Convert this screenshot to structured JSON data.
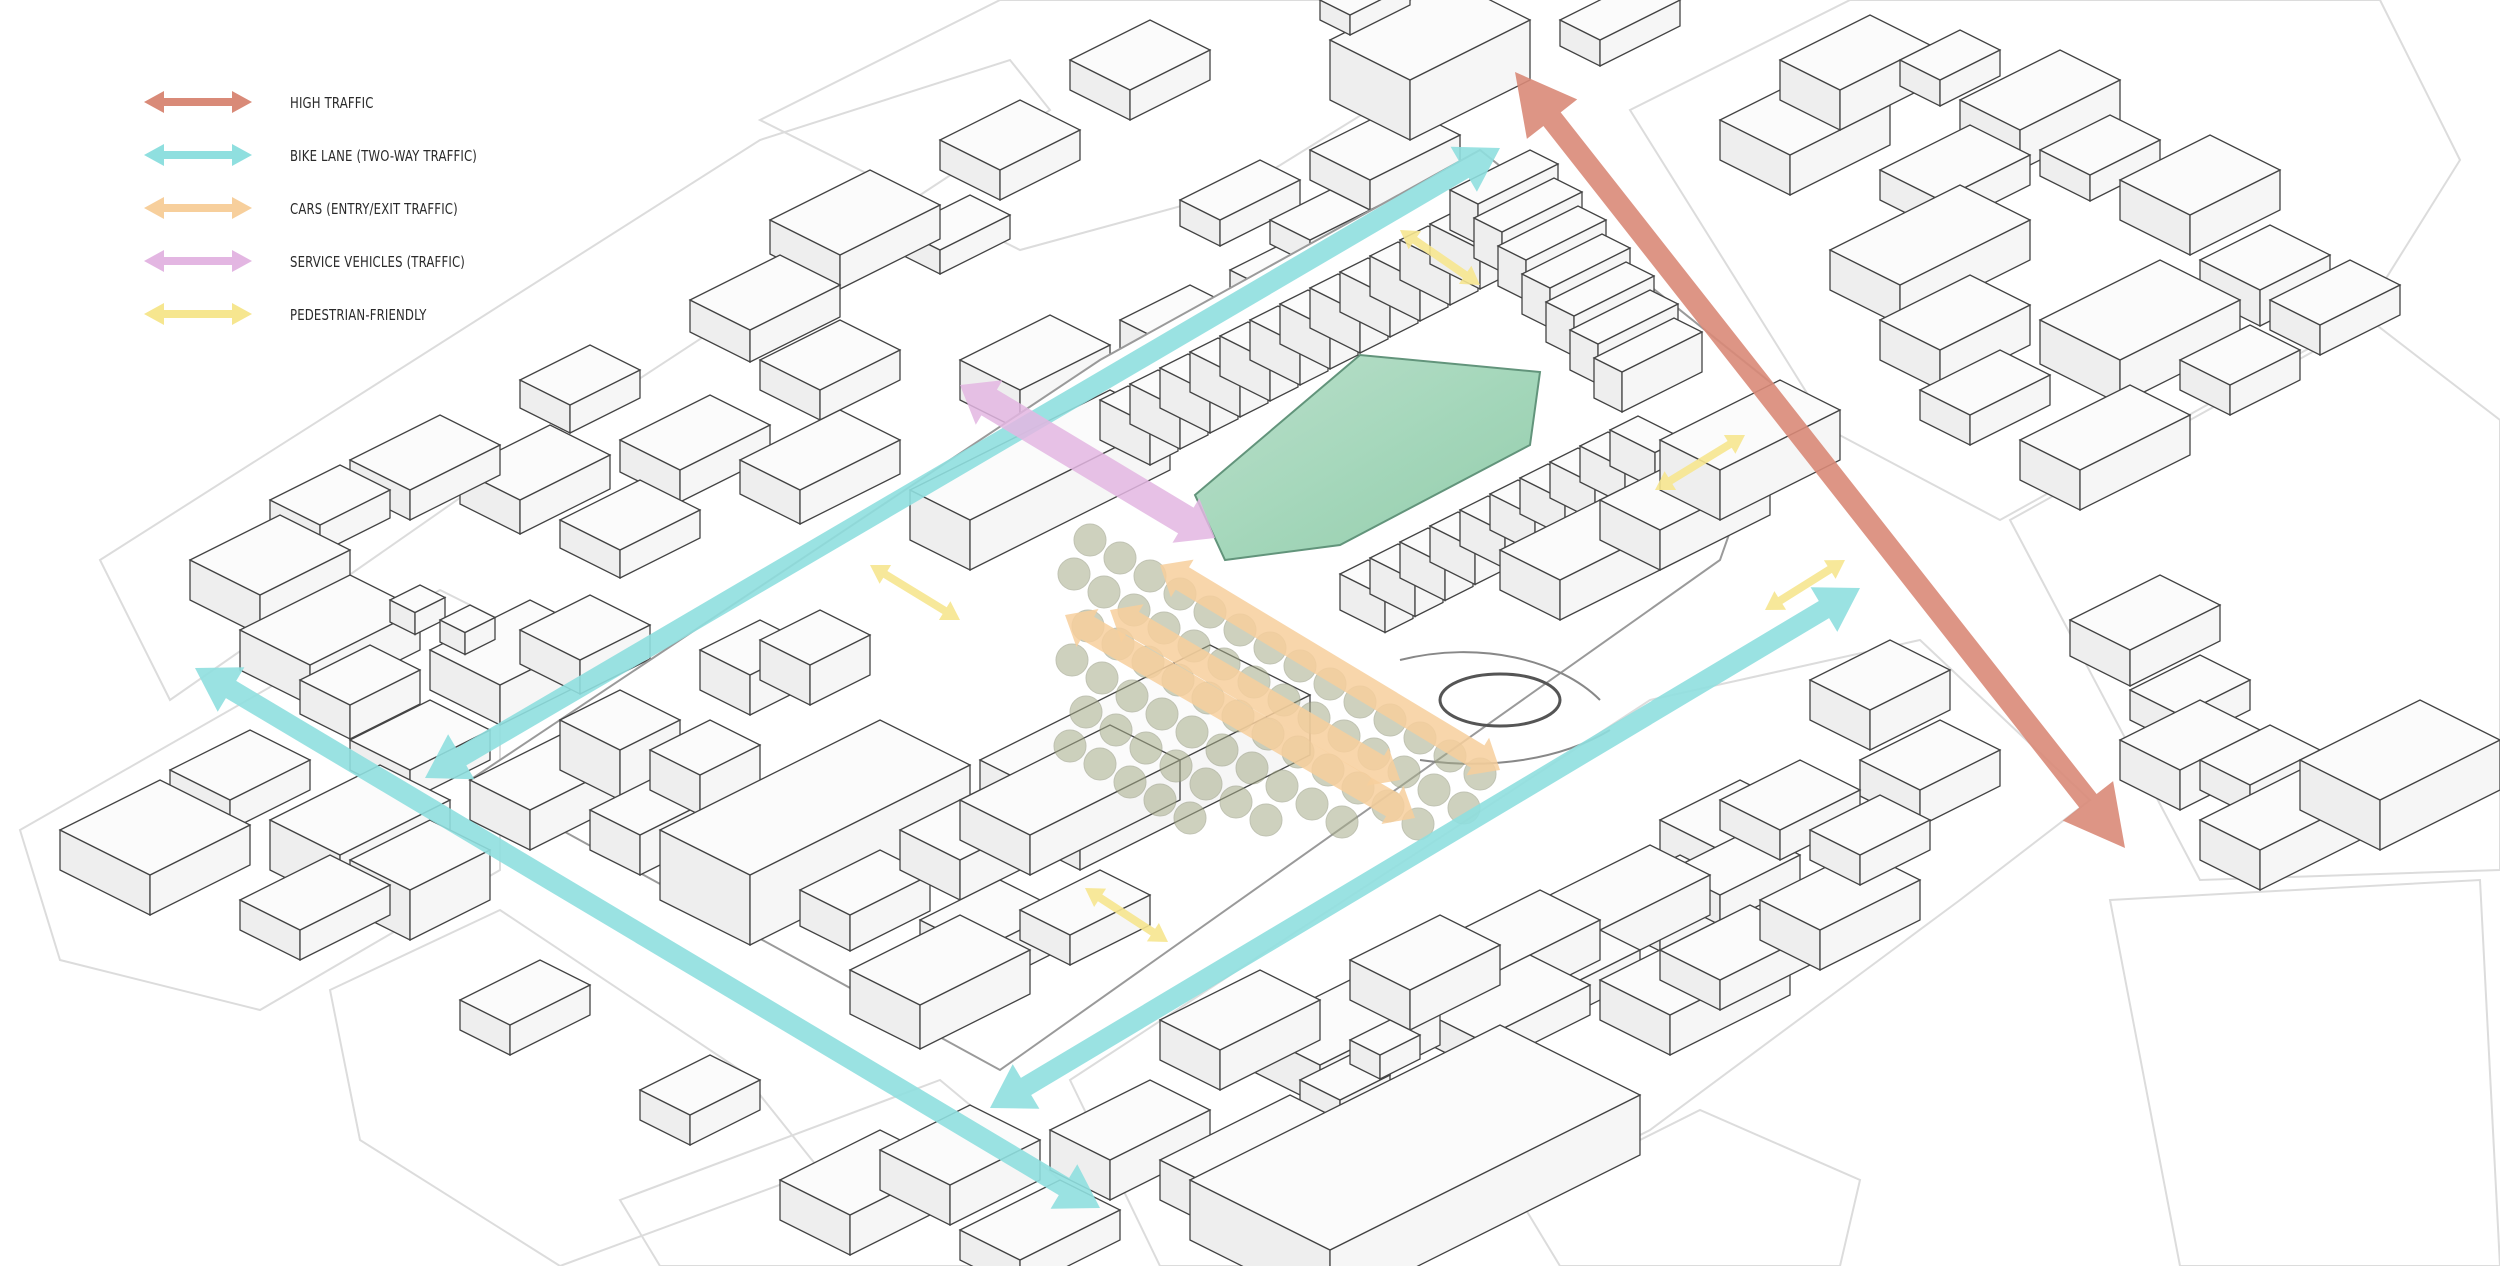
{
  "legend": {
    "items": [
      {
        "key": "high",
        "label": "HIGH TRAFFIC",
        "color": "#d98a78"
      },
      {
        "key": "bike",
        "label": "BIKE LANE (TWO-WAY TRAFFIC)",
        "color": "#8fdfdf"
      },
      {
        "key": "cars",
        "label": "CARS (ENTRY/EXIT TRAFFIC)",
        "color": "#f7cf9c"
      },
      {
        "key": "service",
        "label": "SERVICE VEHICLES (TRAFFIC)",
        "color": "#e3b6e2"
      },
      {
        "key": "ped",
        "label": "PEDESTRIAN-FRIENDLY",
        "color": "#f6e68f"
      }
    ]
  },
  "colors": {
    "park": "#9fd3b6",
    "building_fill": "#fbfbfb",
    "building_stroke": "#444444",
    "block_stroke": "#d8d8d8",
    "tree": "#a7ad8a"
  },
  "icons": [
    "double-arrow-icon"
  ]
}
